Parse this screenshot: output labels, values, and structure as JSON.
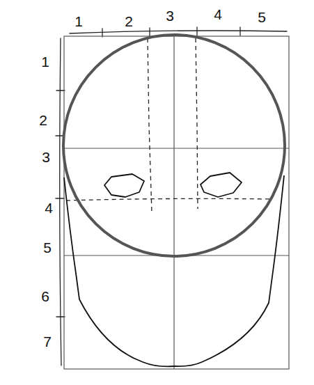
{
  "diagram": {
    "labels": [
      "1",
      "2",
      "3",
      "4",
      "5",
      "1",
      "2",
      "3",
      "4",
      "5",
      "6",
      "7"
    ]
  }
}
